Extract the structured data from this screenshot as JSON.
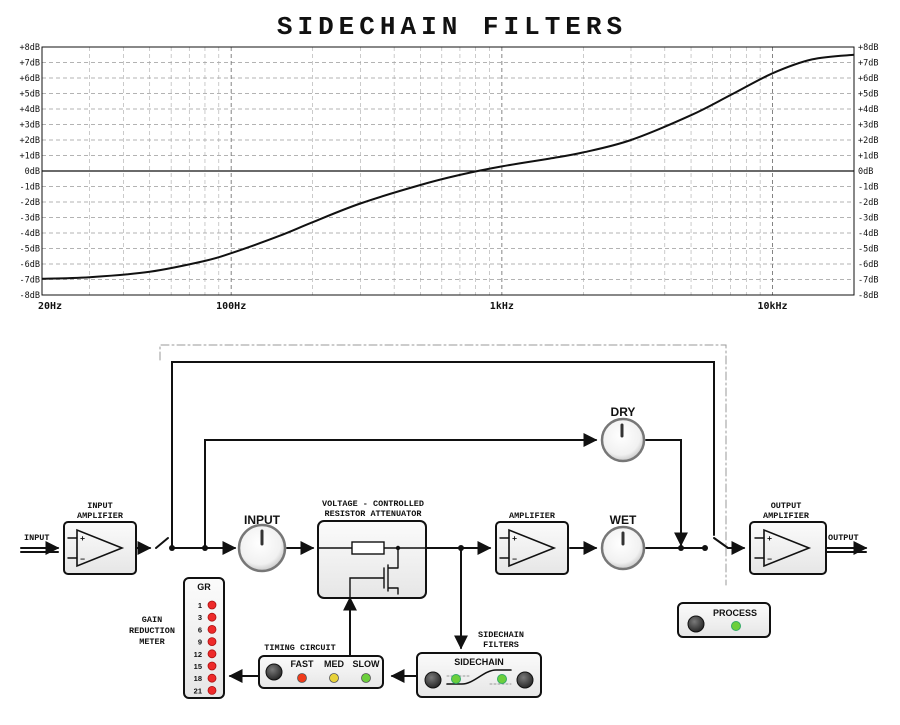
{
  "title": "SIDECHAIN FILTERS",
  "chart_data": {
    "type": "line",
    "title": "SIDECHAIN FILTERS",
    "x_scale": "log",
    "xlim": [
      20,
      20000
    ],
    "ylim": [
      -8,
      8
    ],
    "x_tick_labels": [
      {
        "value": 20,
        "label": "20Hz"
      },
      {
        "value": 100,
        "label": "100Hz"
      },
      {
        "value": 1000,
        "label": "1kHz"
      },
      {
        "value": 10000,
        "label": "10kHz"
      }
    ],
    "y_ticks": [
      8,
      7,
      6,
      5,
      4,
      3,
      2,
      1,
      0,
      -1,
      -2,
      -3,
      -4,
      -5,
      -6,
      -7,
      -8
    ],
    "y_tick_labels": [
      "+8dB",
      "+7dB",
      "+6dB",
      "+5dB",
      "+4dB",
      "+3dB",
      "+2dB",
      "+1dB",
      "0dB",
      "-1dB",
      "-2dB",
      "-3dB",
      "-4dB",
      "-5dB",
      "-6dB",
      "-7dB",
      "-8dB"
    ],
    "grid": true,
    "series": [
      {
        "x": [
          20,
          30,
          50,
          80,
          100,
          150,
          200,
          300,
          500,
          700,
          1000,
          1500,
          2000,
          3000,
          5000,
          7000,
          10000,
          14000,
          20000
        ],
        "y": [
          -6.95,
          -6.85,
          -6.5,
          -5.8,
          -5.3,
          -4.2,
          -3.3,
          -2.1,
          -0.9,
          -0.25,
          0.3,
          0.8,
          1.2,
          2.0,
          3.6,
          4.9,
          6.3,
          7.2,
          7.5
        ]
      }
    ]
  },
  "diagram": {
    "input_label": "INPUT",
    "input_amplifier_label": "INPUT AMPLIFIER",
    "input_knob_label": "INPUT",
    "vca_label": "VOLTAGE - CONTROLLED RESISTOR ATTENUATOR",
    "amplifier_label": "AMPLIFIER",
    "dry_label": "DRY",
    "wet_label": "WET",
    "output_amplifier_label": "OUTPUT AMPLIFIER",
    "output_label": "OUTPUT",
    "process_label": "PROCESS",
    "sidechain_filters_label": "SIDECHAIN FILTERS",
    "sidechain_label": "SIDECHAIN",
    "timing_circuit_label": "TIMING CIRCUIT",
    "timing_options": [
      "FAST",
      "MED",
      "SLOW"
    ],
    "timing_led_colors": [
      "#f03a1a",
      "#e8d23a",
      "#6ccf3c"
    ],
    "gain_reduction_meter_label": "GAIN REDUCTION METER",
    "gr_label": "GR",
    "gr_steps": [
      "1",
      "3",
      "6",
      "9",
      "12",
      "15",
      "18",
      "21"
    ],
    "gr_led_color": "#ee2a2a",
    "process_led_color": "#6ccf3c"
  }
}
